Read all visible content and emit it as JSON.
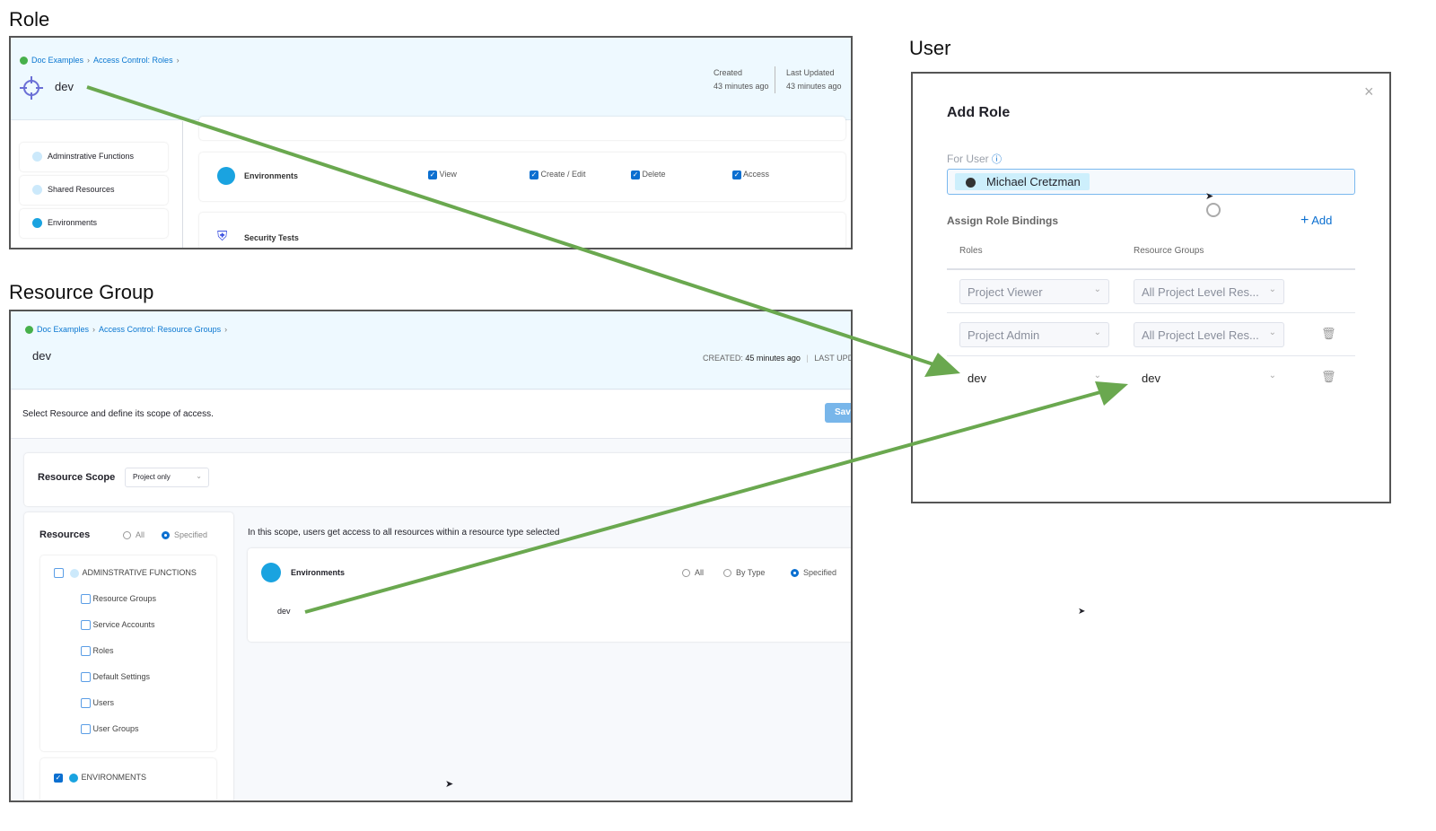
{
  "sections": {
    "role": "Role",
    "resource_group": "Resource Group",
    "user": "User"
  },
  "role_panel": {
    "breadcrumb": [
      "Doc Examples",
      "Access Control: Roles"
    ],
    "title": "dev",
    "created_label": "Created",
    "created_value": "43 minutes ago",
    "updated_label": "Last Updated",
    "updated_value": "43 minutes ago",
    "sidebar": [
      "Adminstrative Functions",
      "Shared Resources",
      "Environments"
    ],
    "environments": {
      "label": "Environments",
      "permissions": [
        {
          "label": "View",
          "checked": true
        },
        {
          "label": "Create / Edit",
          "checked": true
        },
        {
          "label": "Delete",
          "checked": true
        },
        {
          "label": "Access",
          "checked": true
        }
      ]
    },
    "security_tests": "Security Tests"
  },
  "rg_panel": {
    "breadcrumb": [
      "Doc Examples",
      "Access Control: Resource Groups"
    ],
    "title": "dev",
    "created_label": "CREATED:",
    "created_value": "45 minutes ago",
    "updated_label": "LAST UPDATED",
    "instruction": "Select Resource and define its scope of access.",
    "save": "Save",
    "scope_label": "Resource Scope",
    "scope_value": "Project only",
    "resources_label": "Resources",
    "resources_options": [
      "All",
      "Specified"
    ],
    "resources_selected": "Specified",
    "admin_group": "ADMINSTRATIVE FUNCTIONS",
    "admin_items": [
      "Resource Groups",
      "Service Accounts",
      "Roles",
      "Default Settings",
      "Users",
      "User Groups"
    ],
    "env_group": "ENVIRONMENTS",
    "scope_note": "In this scope, users get access to all resources within a resource type selected",
    "env_card": {
      "label": "Environments",
      "options": [
        "All",
        "By Type",
        "Specified"
      ],
      "selected": "Specified",
      "item": "dev"
    }
  },
  "user_dialog": {
    "title": "Add Role",
    "for_user_label": "For User",
    "user": "Michael Cretzman",
    "bindings_label": "Assign Role Bindings",
    "add": "Add",
    "col_roles": "Roles",
    "col_rg": "Resource Groups",
    "rows": [
      {
        "role": "Project Viewer",
        "rg": "All Project Level Res...",
        "deletable": false
      },
      {
        "role": "Project Admin",
        "rg": "All Project Level Res...",
        "deletable": true
      },
      {
        "role": "dev",
        "rg": "dev",
        "deletable": true
      }
    ]
  },
  "colors": {
    "accent": "#0b6fd0",
    "header_bg": "#eef9ff",
    "arrow": "#6aa84f"
  }
}
